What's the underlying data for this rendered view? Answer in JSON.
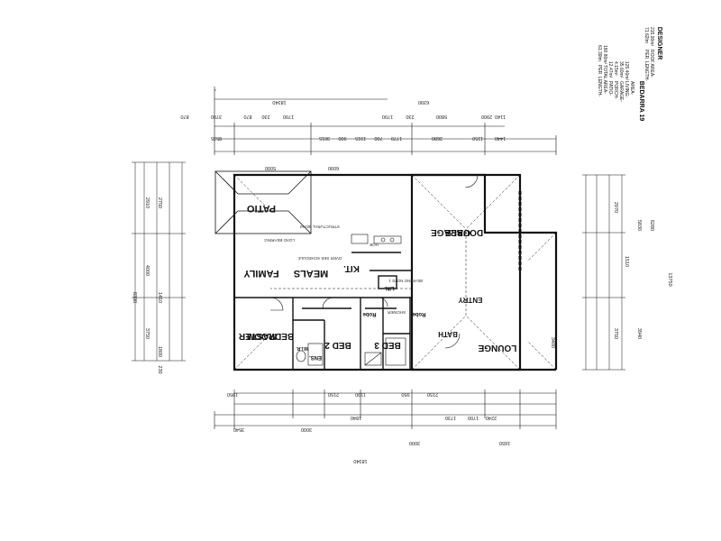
{
  "title_block": {
    "designer": "DESIGNER",
    "plan_name": "BEDARRA 19",
    "schedule": [
      "AREA-",
      "LIVING-",
      "GARAGE-",
      "PORCH-",
      "PATIO-",
      "TOTAL AREA-",
      "PER. LENGTH-",
      "ROOF AREA-",
      "PER. LENGTH-"
    ],
    "values": [
      "125.40m²",
      "35.60m²",
      "4.15m²",
      "12.47m²",
      "180.80m²",
      "61.39lm",
      "215.90m²",
      "71.62lm"
    ]
  },
  "rooms": {
    "patio": "PATIO",
    "garage_1": "DOUBLE",
    "garage_2": "GARAGE",
    "family": "FAMILY",
    "meals": "MEALS",
    "kit": "KIT.",
    "master_1": "MASTER",
    "master_2": "BEDROOM",
    "bed2": "BED 2",
    "bed3": "BED 3",
    "bath": "BATH",
    "lounge": "LOUNGE",
    "entry": "ENTRY",
    "ens": "ENS.",
    "robe1": "Robe",
    "robe2": "Robe",
    "lin": "LIN.",
    "wir": "W.I.R."
  },
  "dims": {
    "top_overall": "18340",
    "top_right": "6390",
    "top_seg": [
      "1140",
      "2900",
      "5800",
      "230",
      "1700",
      "1700",
      "230",
      "870",
      "3700",
      "870"
    ],
    "top_row2": [
      "1440",
      "1150",
      "3680",
      "1770",
      "700",
      "1915",
      "900",
      "3015",
      "8535"
    ],
    "family_w": "6090",
    "patio_w": "5000",
    "bottom_overall": "18340",
    "bottom_seg": [
      "3540",
      "3000",
      "1840",
      "3000",
      "1730",
      "1700",
      "2240",
      "1650"
    ],
    "bottom_row2": [
      "1950",
      "2150",
      "1190",
      "950",
      "2150"
    ],
    "left_overall": "8330",
    "left_seg": [
      "2910",
      "4000",
      "3750",
      "2750",
      "1800",
      "1410",
      "230"
    ],
    "right_overall": "13750",
    "right_seg": [
      "6280",
      "5830",
      "2970",
      "1510",
      "3750",
      "3940",
      "3400"
    ]
  },
  "notes": [
    "LOAD BEARING",
    "STRUCTURAL BEAM",
    "OVER SEE SCHEDULE",
    "BEARING NOTE 1",
    "SHOWER",
    "HOB"
  ]
}
